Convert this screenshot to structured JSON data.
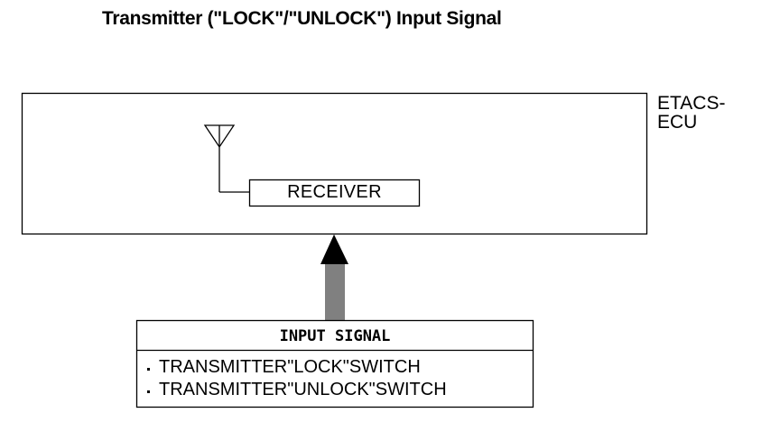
{
  "title": "Transmitter (\"LOCK\"/\"UNLOCK\") Input Signal",
  "ecu": {
    "label_line1": "ETACS-",
    "label_line2": "ECU"
  },
  "receiver": {
    "label": "RECEIVER"
  },
  "input_signal": {
    "header": "INPUT SIGNAL",
    "items": [
      "TRANSMITTER\"LOCK\"SWITCH",
      "TRANSMITTER\"UNLOCK\"SWITCH"
    ]
  },
  "icons": {
    "antenna": "antenna-icon",
    "arrow": "up-arrow-icon",
    "bullet": "bullet-icon"
  },
  "colors": {
    "line": "#000000",
    "background": "#ffffff"
  }
}
